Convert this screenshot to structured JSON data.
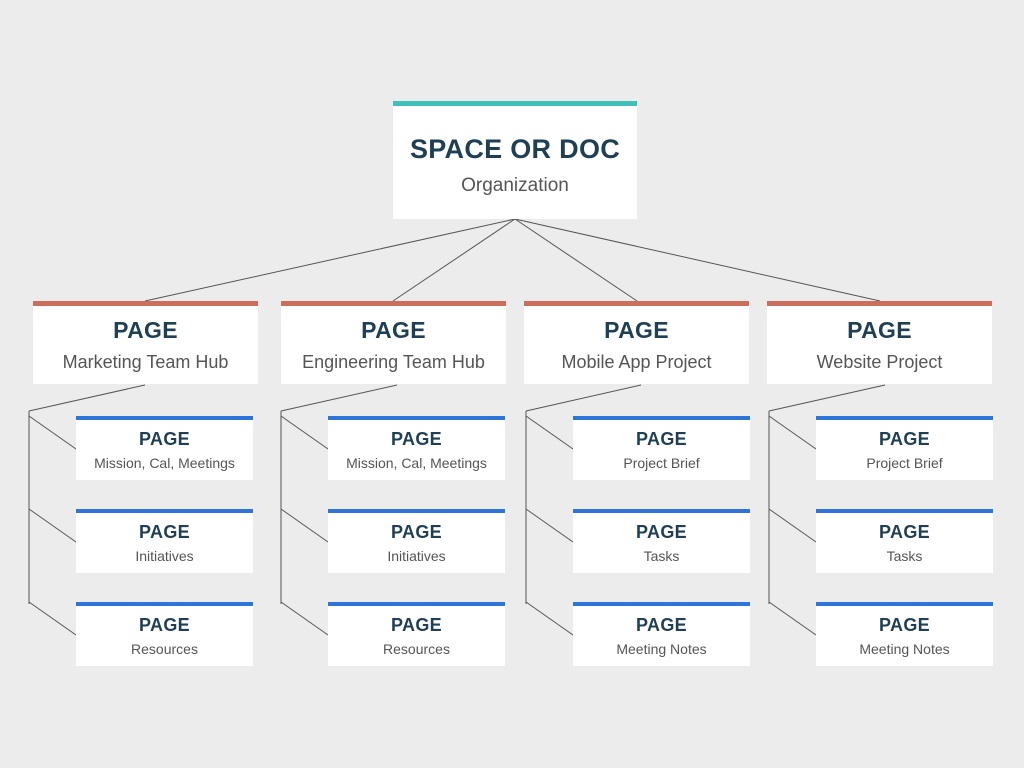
{
  "root": {
    "title": "SPACE OR DOC",
    "subtitle": "Organization"
  },
  "sections": [
    {
      "title": "PAGE",
      "subtitle": "Marketing Team Hub",
      "children": [
        {
          "title": "PAGE",
          "subtitle": "Mission, Cal, Meetings"
        },
        {
          "title": "PAGE",
          "subtitle": "Initiatives"
        },
        {
          "title": "PAGE",
          "subtitle": "Resources"
        }
      ]
    },
    {
      "title": "PAGE",
      "subtitle": "Engineering Team Hub",
      "children": [
        {
          "title": "PAGE",
          "subtitle": "Mission, Cal, Meetings"
        },
        {
          "title": "PAGE",
          "subtitle": "Initiatives"
        },
        {
          "title": "PAGE",
          "subtitle": "Resources"
        }
      ]
    },
    {
      "title": "PAGE",
      "subtitle": "Mobile App Project",
      "children": [
        {
          "title": "PAGE",
          "subtitle": "Project Brief"
        },
        {
          "title": "PAGE",
          "subtitle": "Tasks"
        },
        {
          "title": "PAGE",
          "subtitle": "Meeting Notes"
        }
      ]
    },
    {
      "title": "PAGE",
      "subtitle": "Website Project",
      "children": [
        {
          "title": "PAGE",
          "subtitle": "Project Brief"
        },
        {
          "title": "PAGE",
          "subtitle": "Tasks"
        },
        {
          "title": "PAGE",
          "subtitle": "Meeting Notes"
        }
      ]
    }
  ],
  "colors": {
    "background": "#ececec",
    "root_accent": "#3fc0b8",
    "section_accent": "#cc6e5c",
    "child_accent": "#2e74d9",
    "title_text": "#1f3f55",
    "connector": "#555555"
  }
}
